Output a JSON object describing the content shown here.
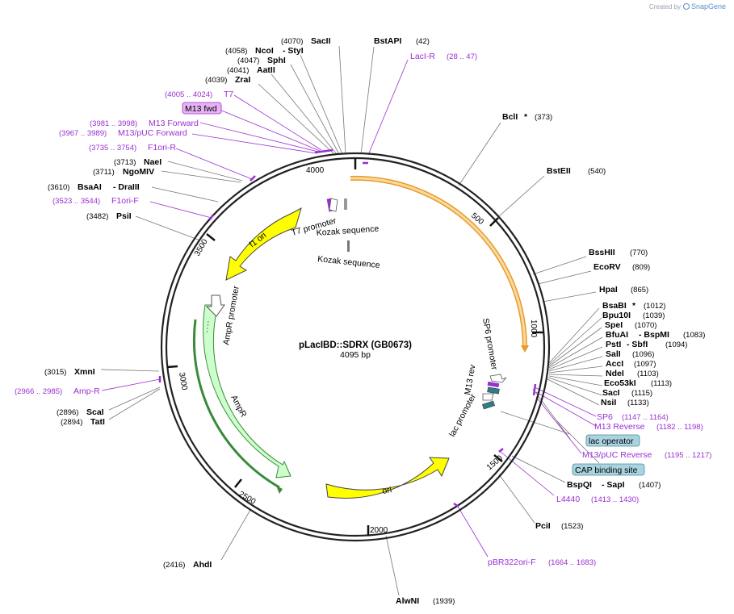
{
  "credit": {
    "prefix": "Created by",
    "brand": "SnapGene"
  },
  "plasmid": {
    "name": "pLacIBD::SDRX (GB0673)",
    "length_label": "4095 bp",
    "length": 4095
  },
  "ticks": [
    "500",
    "1000",
    "1500",
    "2000",
    "2500",
    "3000",
    "3500",
    "4000"
  ],
  "sites": [
    {
      "id": "sacii",
      "name": "SacII",
      "pos": "(4070)"
    },
    {
      "id": "ncoi",
      "name": "NcoI",
      "pos": "(4058)",
      "extra": "- StyI"
    },
    {
      "id": "sphi",
      "name": "SphI",
      "pos": "(4047)"
    },
    {
      "id": "aatii",
      "name": "AatII",
      "pos": "(4041)"
    },
    {
      "id": "zrai",
      "name": "ZraI",
      "pos": "(4039)"
    },
    {
      "id": "bstapi",
      "name": "BstAPI",
      "pos": "(42)"
    },
    {
      "id": "bcli",
      "name": "BclI",
      "star": "*",
      "pos": "(373)"
    },
    {
      "id": "bsteii",
      "name": "BstEII",
      "pos": "(540)"
    },
    {
      "id": "bsshii",
      "name": "BssHII",
      "pos": "(770)"
    },
    {
      "id": "ecorv",
      "name": "EcoRV",
      "pos": "(809)"
    },
    {
      "id": "hpai",
      "name": "HpaI",
      "pos": "(865)"
    },
    {
      "id": "bsabi",
      "name": "BsaBI",
      "star": "*",
      "pos": "(1012)"
    },
    {
      "id": "bpu10i",
      "name": "Bpu10I",
      "pos": "(1039)"
    },
    {
      "id": "spei",
      "name": "SpeI",
      "pos": "(1070)"
    },
    {
      "id": "bfuai",
      "name": "BfuAI",
      "extra": "- BspMI",
      "pos": "(1083)"
    },
    {
      "id": "psti",
      "name": "PstI",
      "extra": "- SbfI",
      "pos": "(1094)"
    },
    {
      "id": "sali",
      "name": "SalI",
      "pos": "(1096)"
    },
    {
      "id": "acci",
      "name": "AccI",
      "pos": "(1097)"
    },
    {
      "id": "ndei",
      "name": "NdeI",
      "pos": "(1103)"
    },
    {
      "id": "eco53ki",
      "name": "Eco53kI",
      "pos": "(1113)"
    },
    {
      "id": "saci",
      "name": "SacI",
      "pos": "(1115)"
    },
    {
      "id": "nsii",
      "name": "NsiI",
      "pos": "(1133)"
    },
    {
      "id": "bspqi",
      "name": "BspQI",
      "extra": "- SapI",
      "pos": "(1407)"
    },
    {
      "id": "pcii",
      "name": "PciI",
      "pos": "(1523)"
    },
    {
      "id": "alwni",
      "name": "AlwNI",
      "pos": "(1939)"
    },
    {
      "id": "ahdi",
      "name": "AhdI",
      "pos": "(2416)"
    },
    {
      "id": "scai",
      "name": "ScaI",
      "pos": "(2896)"
    },
    {
      "id": "tati",
      "name": "TatI",
      "pos": "(2894)"
    },
    {
      "id": "xmni",
      "name": "XmnI",
      "pos": "(3015)"
    },
    {
      "id": "psii",
      "name": "PsiI",
      "pos": "(3482)"
    },
    {
      "id": "bsaai",
      "name": "BsaAI",
      "extra": "- DraIII",
      "pos": "(3610)"
    },
    {
      "id": "ngomiv",
      "name": "NgoMIV",
      "pos": "(3711)"
    },
    {
      "id": "naei",
      "name": "NaeI",
      "pos": "(3713)"
    }
  ],
  "primers": [
    {
      "id": "laci-r",
      "name": "LacI-R",
      "range": "(28 .. 47)"
    },
    {
      "id": "t7",
      "name": "T7",
      "range": "(4005 .. 4024)"
    },
    {
      "id": "m13-fwd-box",
      "name": "M13 fwd"
    },
    {
      "id": "m13-forward",
      "name": "M13 Forward",
      "range": "(3981 .. 3998)"
    },
    {
      "id": "m13-puc-forward",
      "name": "M13/pUC Forward",
      "range": "(3967 .. 3989)"
    },
    {
      "id": "f1ori-r",
      "name": "F1ori-R",
      "range": "(3735 .. 3754)"
    },
    {
      "id": "f1ori-f",
      "name": "F1ori-F",
      "range": "(3523 .. 3544)"
    },
    {
      "id": "amp-r",
      "name": "Amp-R",
      "range": "(2966 .. 2985)"
    },
    {
      "id": "sp6",
      "name": "SP6",
      "range": "(1147 .. 1164)"
    },
    {
      "id": "m13-reverse",
      "name": "M13 Reverse",
      "range": "(1182 .. 1198)"
    },
    {
      "id": "m13-puc-reverse",
      "name": "M13/pUC Reverse",
      "range": "(1195 .. 1217)"
    },
    {
      "id": "l4440",
      "name": "L4440",
      "range": "(1413 .. 1430)"
    },
    {
      "id": "pbr322ori-f",
      "name": "pBR322ori-F",
      "range": "(1664 .. 1683)"
    }
  ],
  "boxes": [
    {
      "id": "lac-operator",
      "name": "lac operator"
    },
    {
      "id": "cap-binding-site",
      "name": "CAP binding site"
    }
  ],
  "features": {
    "f1_ori": "f1 ori",
    "ori": "ori",
    "ampr": "AmpR",
    "ampr_promoter": "AmpR promoter",
    "t7_promoter": "T7 promoter",
    "kozak1": "Kozak sequence",
    "kozak2": "Kozak sequence",
    "sp6_promoter": "SP6 promoter",
    "m13_rev": "M13 rev",
    "lac_promoter": "lac promoter"
  },
  "colors": {
    "backbone": "#222222",
    "primer": "#9a2fd0",
    "ori": "#ffff00",
    "ampr": "#ccffcc",
    "insert": "#f5c16c",
    "box": "#a9d3df"
  }
}
